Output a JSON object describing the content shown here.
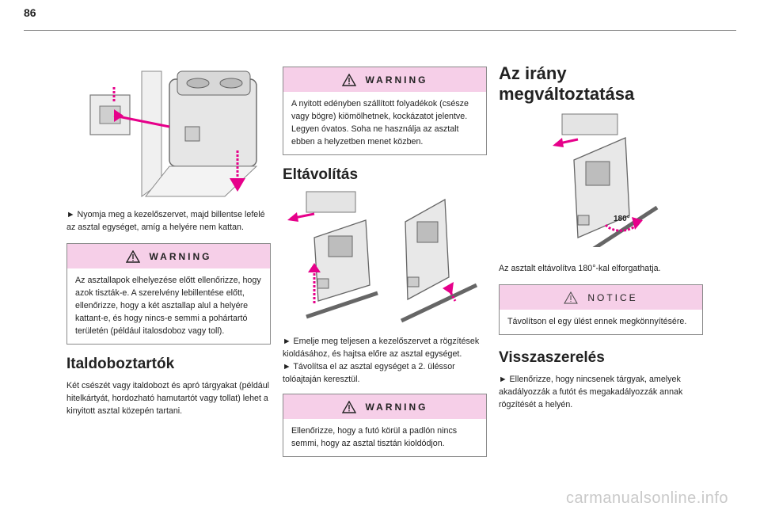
{
  "page_number": "86",
  "col1": {
    "step": "► Nyomja meg a kezelőszervet, majd billentse lefelé az asztal egységet, amíg a helyére nem kattan.",
    "warning_title": "WARNING",
    "warning_text": "Az asztallapok elhelyezése előtt ellenőrizze, hogy azok tiszták-e. A szerelvény lebillentése előtt, ellenőrizze, hogy a két asztallap alul a helyére kattant-e, és hogy nincs-e semmi a pohártartó területén (például italosdoboz vagy toll).",
    "heading": "Italdoboztartók",
    "text": "Két csészét vagy italdobozt és apró tárgyakat (például hitelkártyát, hordozható hamutartót vagy tollat) lehet a kinyitott asztal közepén tartani."
  },
  "col2": {
    "warning1_title": "WARNING",
    "warning1_text": "A nyitott edényben szállított folyadékok (csésze vagy bögre) kiömölhetnek, kockázatot jelentve. Legyen óvatos. Soha ne használja az asztalt ebben a helyzetben menet közben.",
    "heading": "Eltávolítás",
    "step1": "► Emelje meg teljesen a kezelőszervet a rögzítések kioldásához, és hajtsa előre az asztal egységet.",
    "step2": "► Távolítsa el az asztal egységet a 2. üléssor tolóajtaján keresztül.",
    "warning2_title": "WARNING",
    "warning2_text": "Ellenőrizze, hogy a futó körül a padlón nincs semmi, hogy az asztal tisztán kioldódjon."
  },
  "col3": {
    "heading": "Az irány megváltoztatása",
    "rotation_label": "180°",
    "caption": "Az asztalt eltávolítva 180°-kal elforgathatja.",
    "notice_title": "NOTICE",
    "notice_text": "Távolítson el egy ülést ennek megkönnyítésére.",
    "heading2": "Visszaszerelés",
    "step": "► Ellenőrizze, hogy nincsenek tárgyak, amelyek akadályozzák a futót és megakadályozzák annak rögzítését a helyén."
  },
  "watermark": "carmanualsonline.info"
}
